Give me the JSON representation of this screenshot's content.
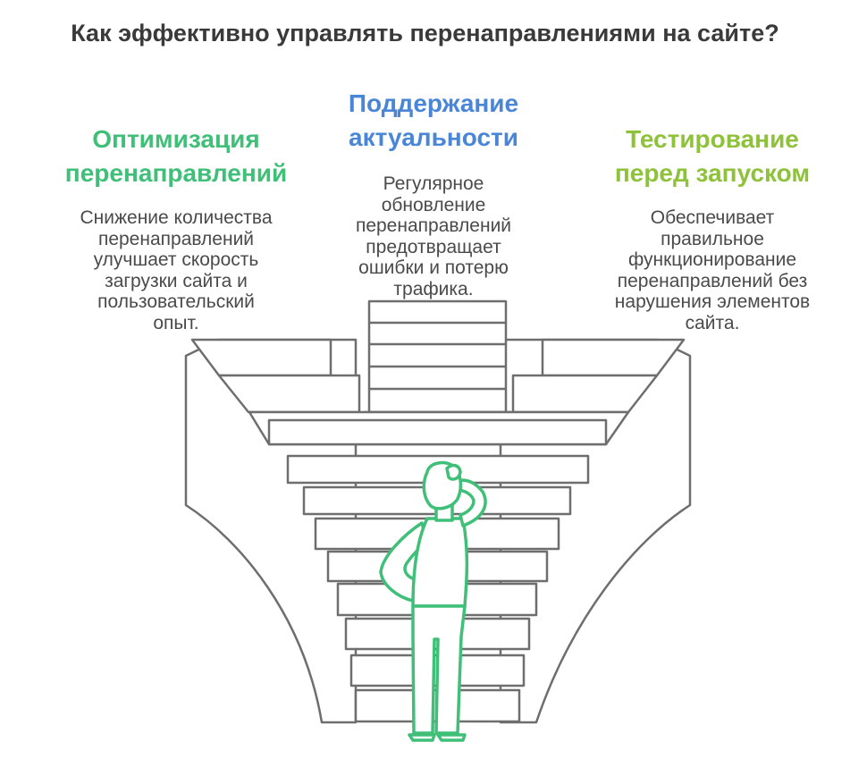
{
  "title": "Как эффективно управлять перенаправлениями на сайте?",
  "sections": [
    {
      "heading": "Оптимизация\nперенаправлений",
      "text": "Снижение количества\nперенаправлений\nулучшает скорость\nзагрузки сайта и\nпользовательский\nопыт.",
      "color": "#3fbf78"
    },
    {
      "heading": "Поддержание\nактуальности",
      "text": "Регулярное\nобновление\nперенаправлений\nпредотвращает\nошибки и потерю\nтрафика.",
      "color": "#4a86d8"
    },
    {
      "heading": "Тестирование\nперед запуском",
      "text": "Обеспечивает\nправильное\nфункционирование\nперенаправлений без\nнарушения элементов\nсайта.",
      "color": "#8fc23b"
    }
  ],
  "icons": [
    "staircase-illustration",
    "thinking-person-icon"
  ]
}
